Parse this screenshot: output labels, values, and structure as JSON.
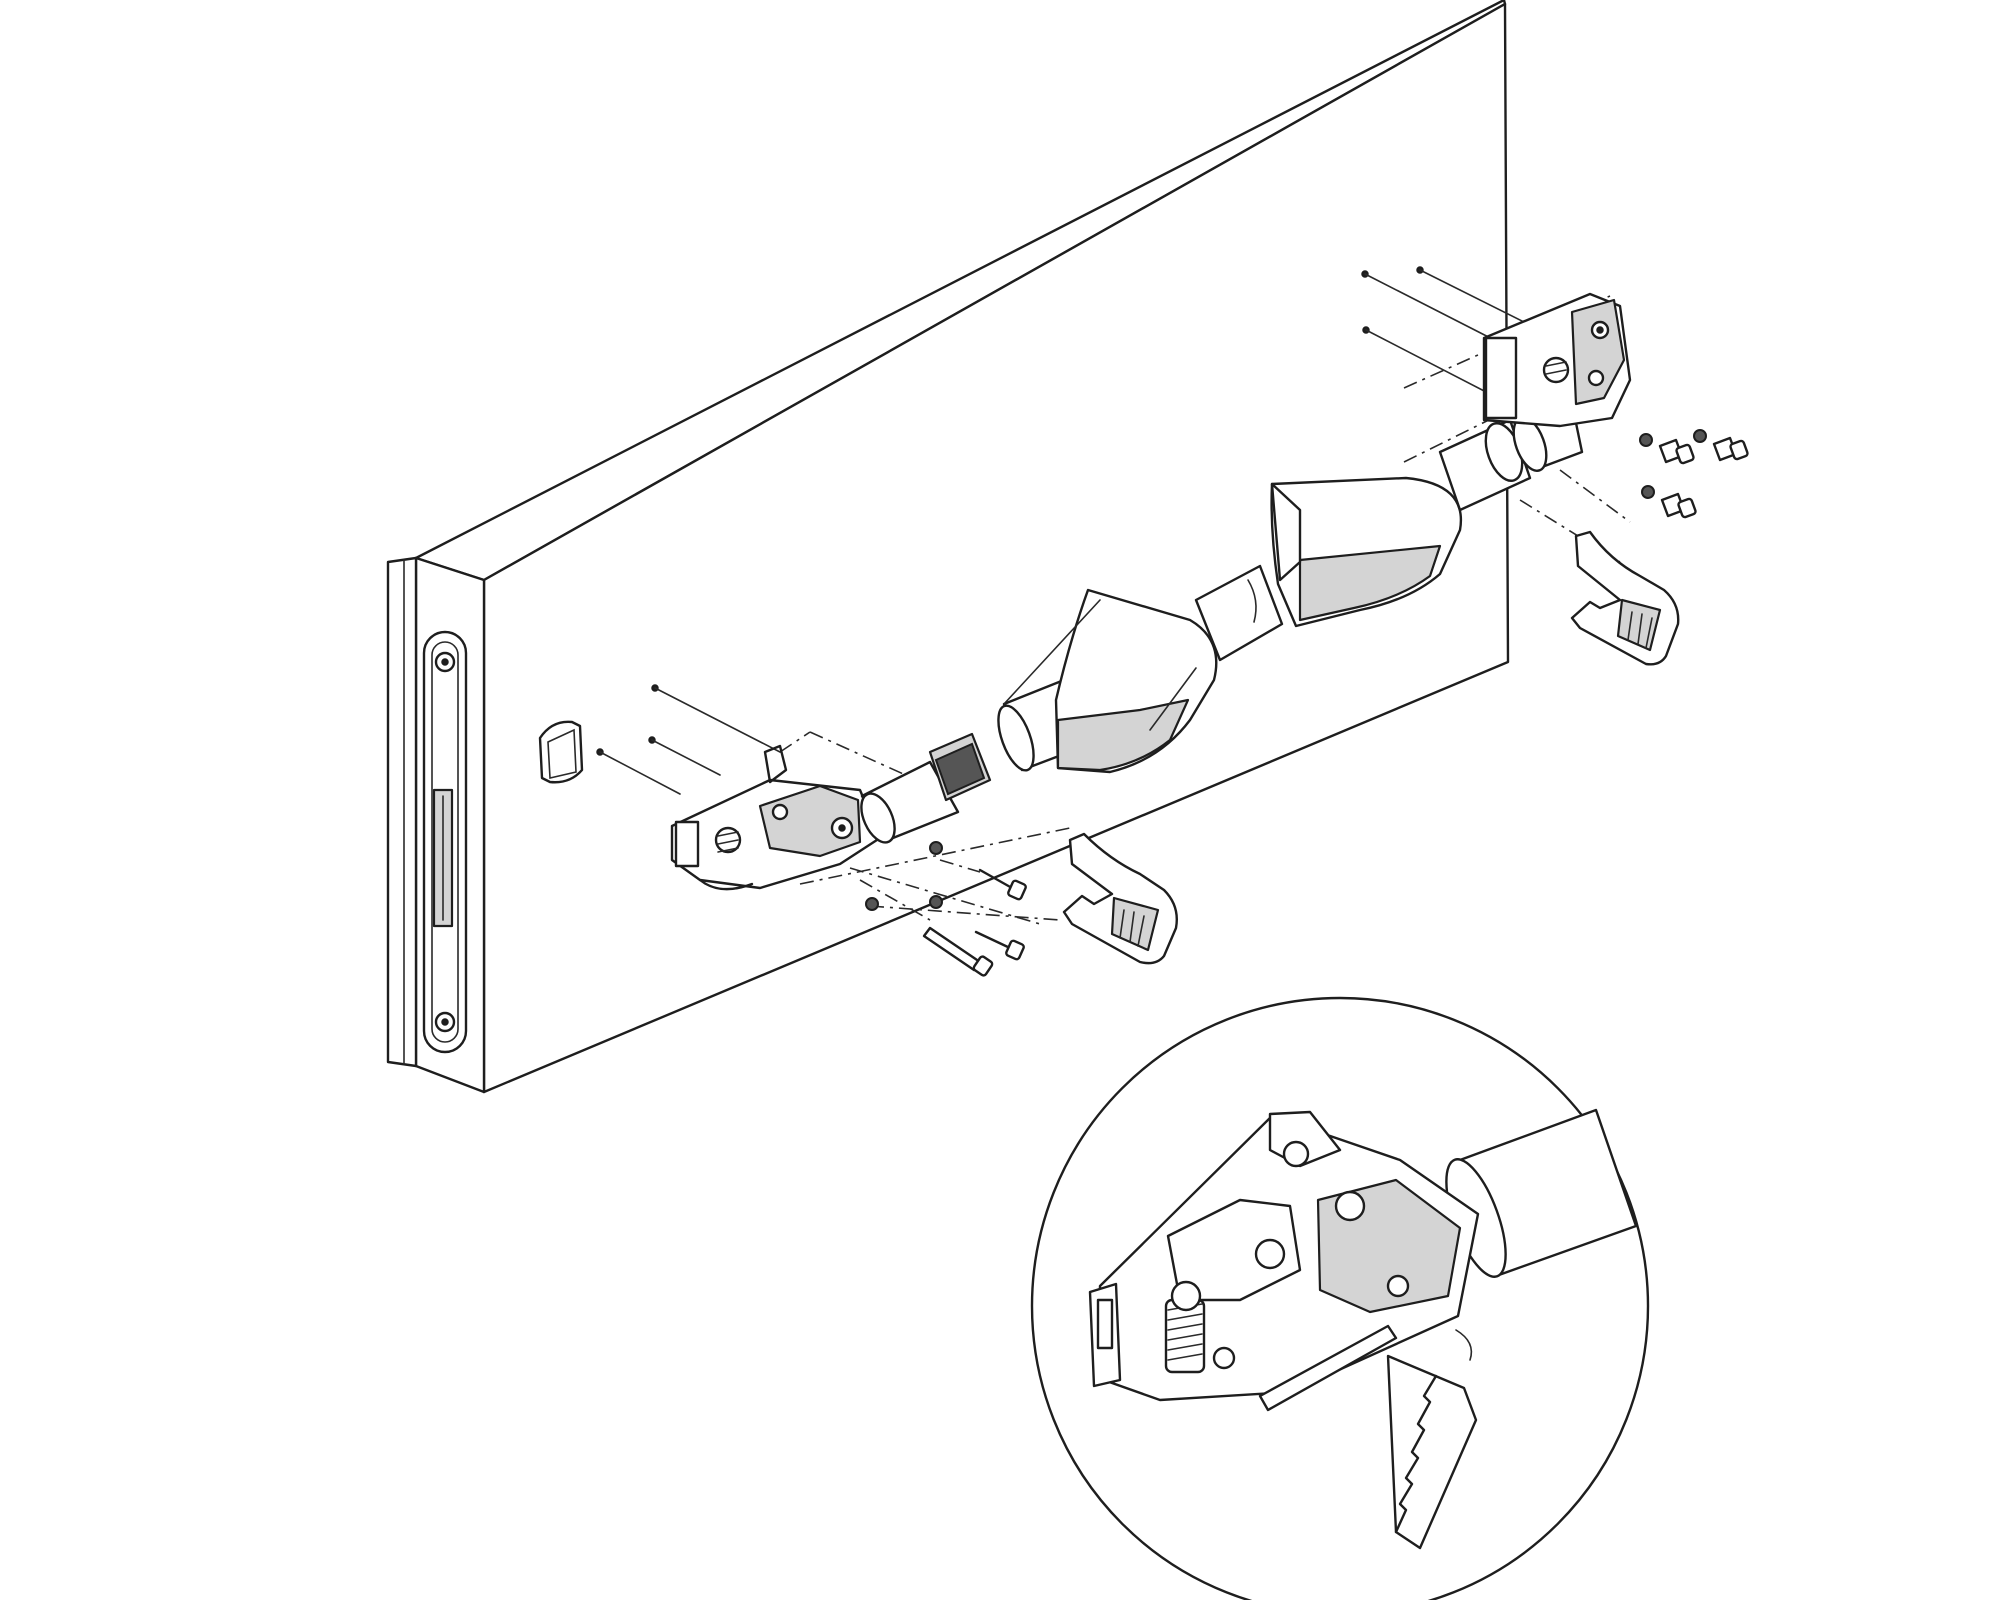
{
  "figure": {
    "type": "exploded-assembly-drawing",
    "labels": [],
    "colors": {
      "line": "#1e1e1e",
      "shade": "#d4d4d4",
      "background": "#ffffff"
    },
    "parts": [
      "door-panel",
      "lock-faceplate",
      "handle-bar",
      "left-hinge-mechanism",
      "right-hinge-mechanism",
      "left-end-cover",
      "right-end-cover",
      "mounting-screws",
      "detail-magnifier"
    ]
  }
}
